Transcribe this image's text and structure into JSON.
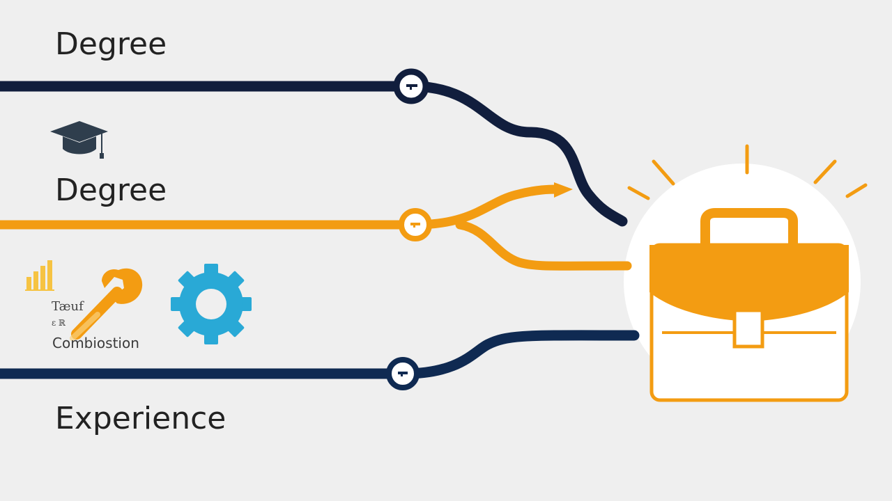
{
  "labels": {
    "degree_top": "Degree",
    "degree_mid": "Degree",
    "experience": "Experience",
    "skills_line1": "Tæuf",
    "skills_line2": "ε ℝ",
    "skills_line3": "Combiostion"
  },
  "colors": {
    "background": "#efefef",
    "navy": "#111e3d",
    "navy_bottom": "#0f2a52",
    "orange": "#f39c12",
    "orange_light": "#f6b04a",
    "blue": "#29a9d6",
    "white": "#ffffff",
    "text": "#222222"
  },
  "icons": [
    "graduation-cap-icon",
    "bar-chart-icon",
    "wrench-icon",
    "gear-icon",
    "briefcase-icon",
    "sunburst-icon",
    "arrow-icon"
  ]
}
